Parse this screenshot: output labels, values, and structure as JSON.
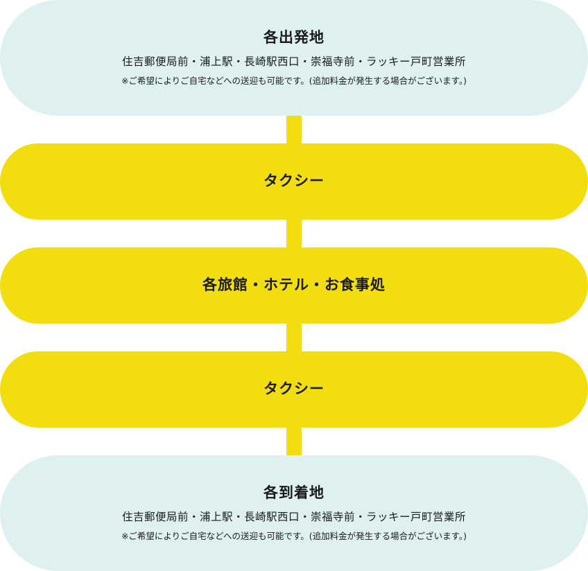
{
  "origin": {
    "title": "各出発地",
    "locations": "住吉郵便局前・浦上駅・長崎駅西口・崇福寺前・ラッキー戸町営業所",
    "note": "※ご希望によりご自宅などへの送迎も可能です。(追加料金が発生する場合がございます。)"
  },
  "steps": [
    {
      "label": "タクシー"
    },
    {
      "label": "各旅館・ホテル・お食事処"
    },
    {
      "label": "タクシー"
    }
  ],
  "destination": {
    "title": "各到着地",
    "locations": "住吉郵便局前・浦上駅・長崎駅西口・崇福寺前・ラッキー戸町営業所",
    "note": "※ご希望によりご自宅などへの送迎も可能です。(追加料金が発生する場合がございます。)"
  },
  "colors": {
    "endpoint_fill": "#dff0f0",
    "step_fill": "#f2dd0e",
    "connector": "#f2dd0e",
    "text": "#1a1a1a"
  }
}
